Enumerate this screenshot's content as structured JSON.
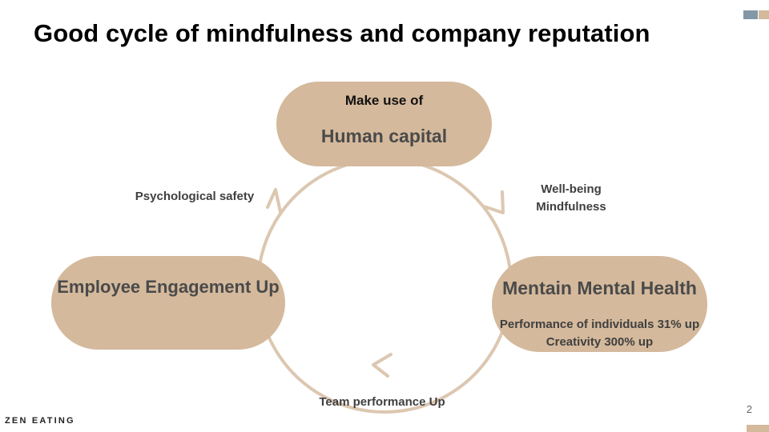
{
  "title": "Good cycle of mindfulness and company reputation",
  "colors": {
    "pill_fill": "#D4B99C",
    "arrow_stroke": "#DCC7B1",
    "accent_blue": "#8497A6",
    "accent_tan": "#D4B99C",
    "text_dark": "#3f3f3f"
  },
  "nodes": {
    "top": {
      "subtitle": "Make use of",
      "title": "Human capital"
    },
    "right": {
      "title": "Mentain Mental Health",
      "line1": "Performance of individuals 31% up",
      "line2": "Creativity 300% up"
    },
    "left": {
      "title": "Employee Engagement Up"
    }
  },
  "arrow_labels": {
    "top_right": {
      "line1": "Well-being",
      "line2": "Mindfulness"
    },
    "bottom": "Team performance Up",
    "top_left": "Psychological safety"
  },
  "page_number": "2",
  "logo_text": "ZEN EATING"
}
